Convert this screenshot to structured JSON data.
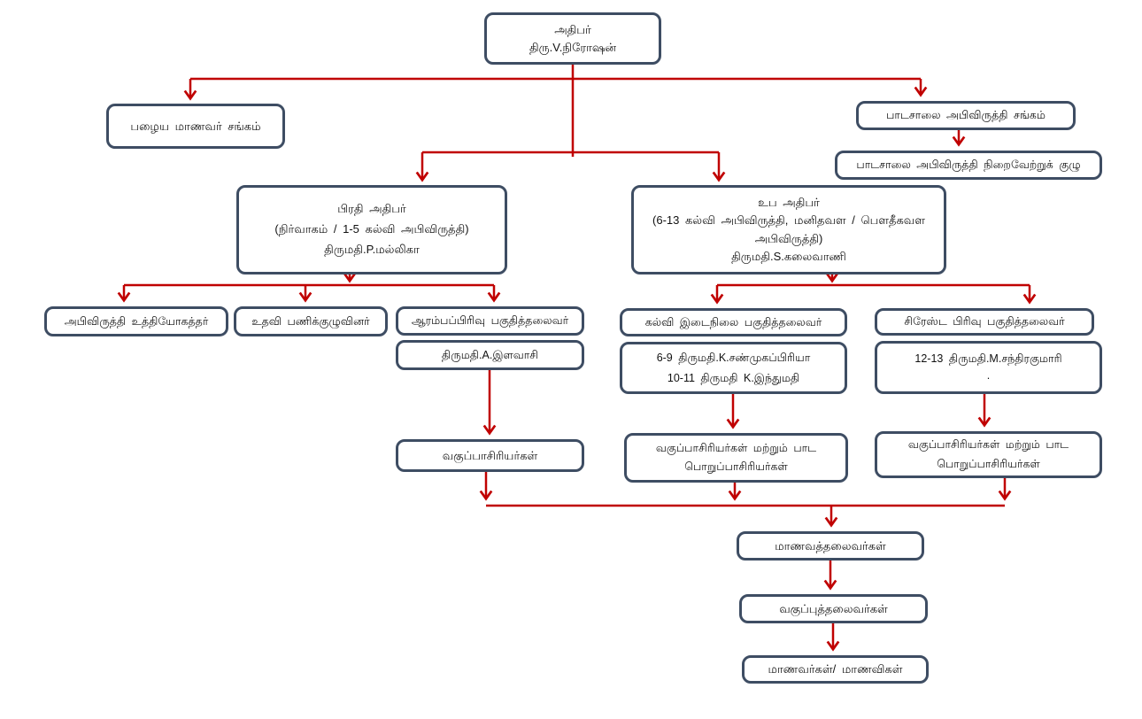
{
  "colors": {
    "connector": "#c00000",
    "box_border": "#3e4d63",
    "box_fill": "#ffffff",
    "text_color": "#111111"
  },
  "boxes": {
    "principal": {
      "lines": [
        "அதிபர்",
        "திரு.V.நிரோஷன்"
      ]
    },
    "old_students_association": {
      "lines": [
        "பழைய மாணவர் சங்கம்"
      ]
    },
    "school_dev_society": {
      "lines": [
        "பாடசாலை அபிவிருத்தி சங்கம்"
      ]
    },
    "school_dev_exec_committee": {
      "lines": [
        "பாடசாலை அபிவிருத்தி நிறைவேற்றுக் குழு"
      ]
    },
    "deputy_principal": {
      "lines": [
        "பிரதி அதிபர்",
        "(நிர்வாகம் / 1-5 கல்வி அபிவிருத்தி)",
        "திருமதி.P.மல்லிகா"
      ]
    },
    "vice_principal": {
      "lines": [
        "உப அதிபர்",
        "(6-13 கல்வி அபிவிருத்தி, மனிதவள / பௌதீகவள",
        "அபிவிருத்தி)",
        "திருமதி.S.கலைவாணி"
      ]
    },
    "development_officer": {
      "lines": [
        "அபிவிருத்தி உத்தியோகத்தர்"
      ]
    },
    "support_staff": {
      "lines": [
        "உதவி பணிக்குழுவினர்"
      ]
    },
    "primary_section_head": {
      "lines": [
        "ஆரம்பப்பிரிவு பகுதித்தலைவர்"
      ]
    },
    "primary_section_head_name": {
      "lines": [
        "திருமதி.A.இளவாசி"
      ]
    },
    "middle_section_head": {
      "lines": [
        "கல்வி இடைநிலை பகுதித்தலைவர்"
      ]
    },
    "middle_section_head_names": {
      "lines": [
        "6-9 திருமதி.K.சண்முகப்பிரியா",
        "10-11 திருமதி K.இந்துமதி"
      ]
    },
    "senior_section_head": {
      "lines": [
        "சிரேஸ்ட பிரிவு பகுதித்தலைவர்"
      ]
    },
    "senior_section_head_name": {
      "lines": [
        "12-13 திருமதி.M.சந்திரகுமாரி",
        "."
      ]
    },
    "class_teachers_primary": {
      "lines": [
        "வகுப்பாசிரியர்கள்"
      ]
    },
    "class_subject_teachers_middle": {
      "lines": [
        "வகுப்பாசிரியர்கள் மற்றும் பாட",
        "பொறுப்பாசிரியர்கள்"
      ]
    },
    "class_subject_teachers_senior": {
      "lines": [
        "வகுப்பாசிரியர்கள் மற்றும் பாட",
        "பொறுப்பாசிரியர்கள்"
      ]
    },
    "student_leaders": {
      "lines": [
        "மாணவத்தலைவர்கள்"
      ]
    },
    "class_leaders": {
      "lines": [
        "வகுப்புத்தலைவர்கள்"
      ]
    },
    "students": {
      "lines": [
        "மாணவர்கள்/ மாணவிகள்"
      ]
    }
  }
}
